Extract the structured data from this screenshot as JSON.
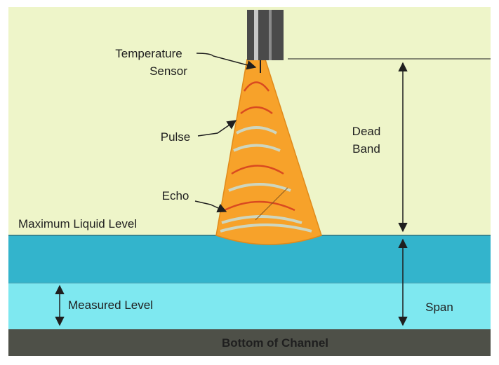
{
  "labels": {
    "temperature_sensor_line1": "Temperature",
    "temperature_sensor_line2": "Sensor",
    "pulse": "Pulse",
    "echo": "Echo",
    "dead_band_line1": "Dead",
    "dead_band_line2": "Band",
    "maximum_liquid_level": "Maximum Liquid Level",
    "measured_level": "Measured Level",
    "span": "Span",
    "bottom_of_channel": "Bottom of Channel"
  },
  "colors": {
    "background": "#eef5c9",
    "beam": "#f7a22a",
    "beam_edge": "#e08a1a",
    "pulse_arc": "#d94a20",
    "echo_arc": "#cdd6c0",
    "liquid_upper": "#33b4cc",
    "liquid_lower": "#7ee8f0",
    "channel_bottom": "#4e5048",
    "sensor_body": "#4a4a4a",
    "sensor_highlight": "#c8c8c8"
  }
}
